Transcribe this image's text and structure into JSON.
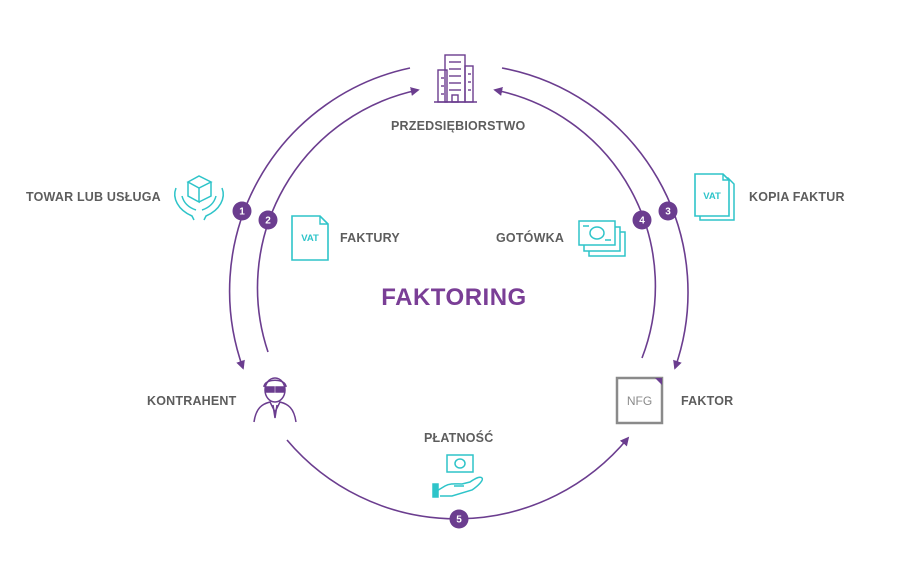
{
  "diagram": {
    "title": "FAKTORING",
    "nodes": {
      "company": "PRZEDSIĘBIORSTWO",
      "contractor": "KONTRAHENT",
      "factor": "FAKTOR"
    },
    "flows": {
      "goods": "TOWAR LUB USŁUGA",
      "invoices": "FAKTURY",
      "cash": "GOTÓWKA",
      "invoice_copy": "KOPIA FAKTUR",
      "payment": "PŁATNOŚĆ"
    },
    "steps": [
      "1",
      "2",
      "3",
      "4",
      "5"
    ],
    "factor_logo": "NFG",
    "vat_label": "VAT",
    "colors": {
      "arrow": "#6b3d8f",
      "accent": "#2ec4c9",
      "title": "#7a3e96",
      "label": "#5d5d5d"
    },
    "icons": [
      "building-icon",
      "box-hands-icon",
      "vat-document-icon",
      "cash-stack-icon",
      "vat-copy-icon",
      "businessman-icon",
      "nfg-logo-icon",
      "hand-cash-icon"
    ]
  }
}
